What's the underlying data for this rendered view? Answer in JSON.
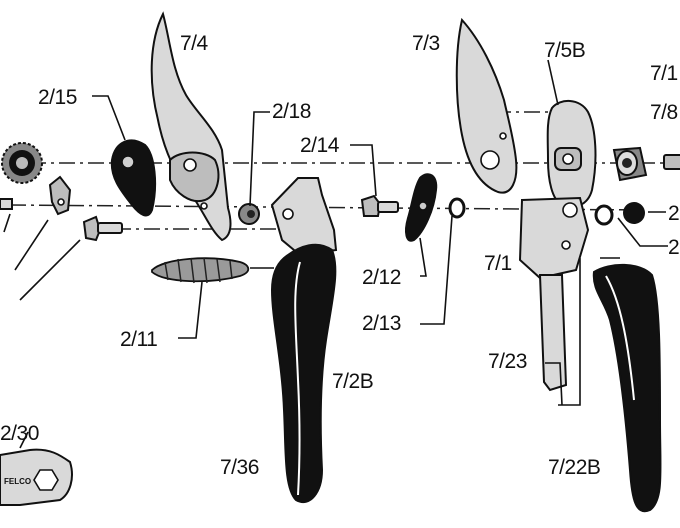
{
  "labels": {
    "p_7_4": "7/4",
    "p_2_15": "2/15",
    "p_2_18": "2/18",
    "p_2_14": "2/14",
    "p_7_3": "7/3",
    "p_7_5b": "7/5B",
    "p_7_1x": "7/1",
    "p_7_8": "7/8",
    "p_2_12": "2/12",
    "p_2_13": "2/13",
    "p_7_1": "7/1",
    "p_2_11": "2/11",
    "p_7_2b": "7/2B",
    "p_7_23": "7/23",
    "p_7_36": "7/36",
    "p_7_22b": "7/22B",
    "p_2_30": "2/30",
    "p_2a": "2",
    "p_2b": "2",
    "brand": "FELCO"
  }
}
